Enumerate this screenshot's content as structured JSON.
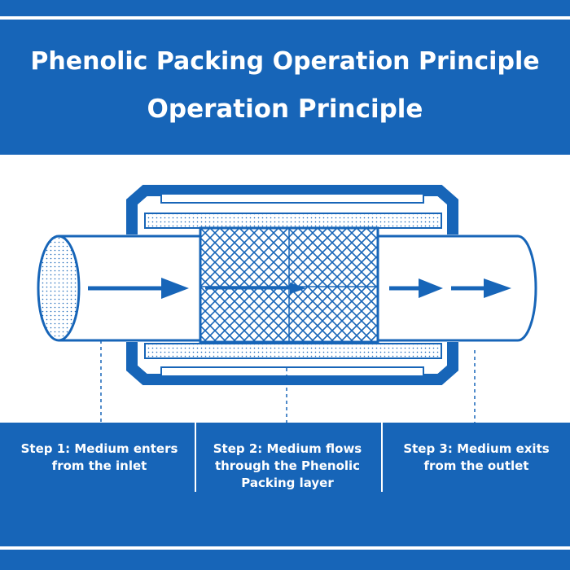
{
  "header": {
    "title_line1": "Phenolic Packing Operation Principle",
    "title_line2": "Operation Principle"
  },
  "steps": [
    {
      "lines": [
        "Step 1: Medium enters",
        "from the inlet"
      ]
    },
    {
      "lines": [
        "Step 2: Medium flows",
        "through the Phenolic",
        "Packing layer"
      ]
    },
    {
      "lines": [
        "Step 3: Medium exits",
        "from the outlet"
      ]
    }
  ],
  "colors": {
    "primary_blue": "#1765b8",
    "background": "#ffffff"
  }
}
